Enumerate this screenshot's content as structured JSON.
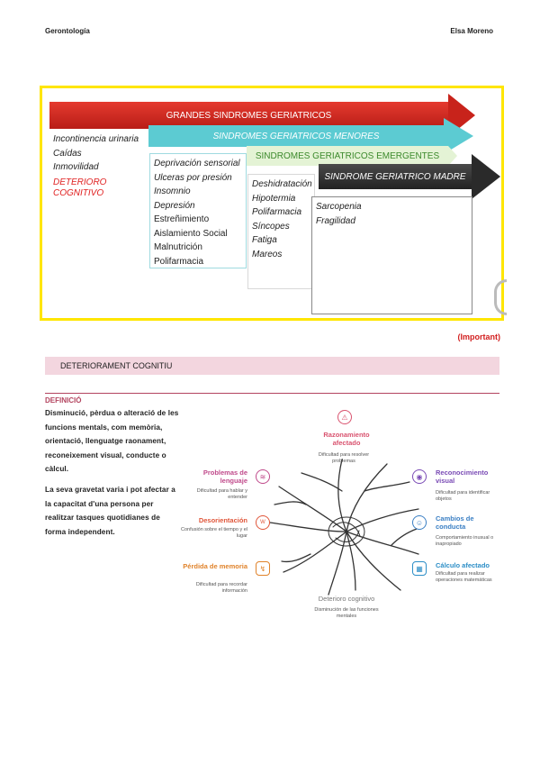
{
  "header": {
    "left": "Gerontología",
    "right": "Elsa Moreno"
  },
  "diagram": {
    "banner1": "GRANDES SINDROMES GERIATRICOS",
    "banner2": "SINDROMES GERIATRICOS MENORES",
    "banner3": "SINDROMES GERIATRICOS EMERGENTES",
    "banner4": "SINDROME GERIATRICO MADRE",
    "col1": [
      "Incontinencia urinaria",
      "Caídas",
      "Inmovilidad"
    ],
    "col1_red": [
      "DETERIORO",
      "COGNITIVO"
    ],
    "col2_italic": [
      "Deprivación sensorial",
      "Ulceras por presión",
      "Insomnio",
      "Depresión"
    ],
    "col2": [
      "Estreñimiento",
      "Aislamiento Social",
      "Malnutrición",
      "Polifarmacia"
    ],
    "col3": [
      "Deshidratación",
      "Hipotermia",
      "Polifarmacia",
      "Síncopes",
      "Fatiga",
      "Mareos"
    ],
    "col4": [
      "Sarcopenia",
      "Fragilidad"
    ]
  },
  "important": "(Important)",
  "section_title": "DETERIORAMENT COGNITIU",
  "definition": {
    "title": "DEFINICIÓ",
    "para1": "Disminució, pèrdua o alteració de les funcions mentals, com memòria, orientació, llenguatge raonament, reconeixement visual, conducte o càlcul.",
    "para2": "La seva gravetat varia i pot afectar a la capacitat d'una persona per realitzar tasques quotidianes de forma independent."
  },
  "mindmap": {
    "center_title": "Deterioro cognitivo",
    "center_sub": "Disminución de las funciones mentales",
    "nodes": [
      {
        "title": "Razonamiento afectado",
        "sub": "Dificultad para resolver problemas",
        "color": "#d9536f"
      },
      {
        "title": "Problemas de lenguaje",
        "sub": "Dificultad para hablar y entender",
        "color": "#c04a8b"
      },
      {
        "title": "Desorientación",
        "sub": "Confusión sobre el tiempo y el lugar",
        "color": "#e0563a"
      },
      {
        "title": "Pérdida de memoria",
        "sub": "Dificultad para recordar información",
        "color": "#e0832b"
      },
      {
        "title": "Reconocimiento visual",
        "sub": "Dificultad para identificar objetos",
        "color": "#7a4bb5"
      },
      {
        "title": "Cambios de conducta",
        "sub": "Comportamiento inusual o inapropiado",
        "color": "#3a7fc4"
      },
      {
        "title": "Cálculo afectado",
        "sub": "Dificultad para realizar operaciones matemáticas",
        "color": "#2c8ec7"
      }
    ]
  }
}
